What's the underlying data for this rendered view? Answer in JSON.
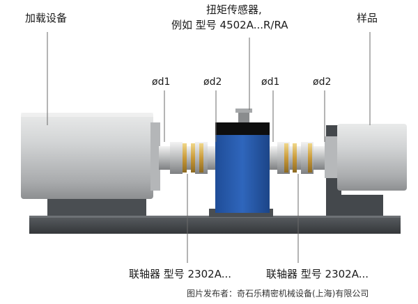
{
  "labels": {
    "load_device": "加载设备",
    "torque_sensor_line1": "扭矩传感器,",
    "torque_sensor_line2": "例如 型号 4502A...R/RA",
    "sample": "样品",
    "od1_left": "ød1",
    "od2_left": "ød2",
    "od1_right": "ød1",
    "od2_right": "ød2",
    "coupling_left": "联轴器 型号 2302A...",
    "coupling_right": "联轴器 型号 2302A...",
    "credit": "图片发布者：奇石乐精密机械设备(上海)有限公司"
  },
  "colors": {
    "sensor_blue": "#2a5db0",
    "base_dark": "#3f4347",
    "motor_gray": "#c9cbcc",
    "leader_line": "#6a6a6a"
  }
}
